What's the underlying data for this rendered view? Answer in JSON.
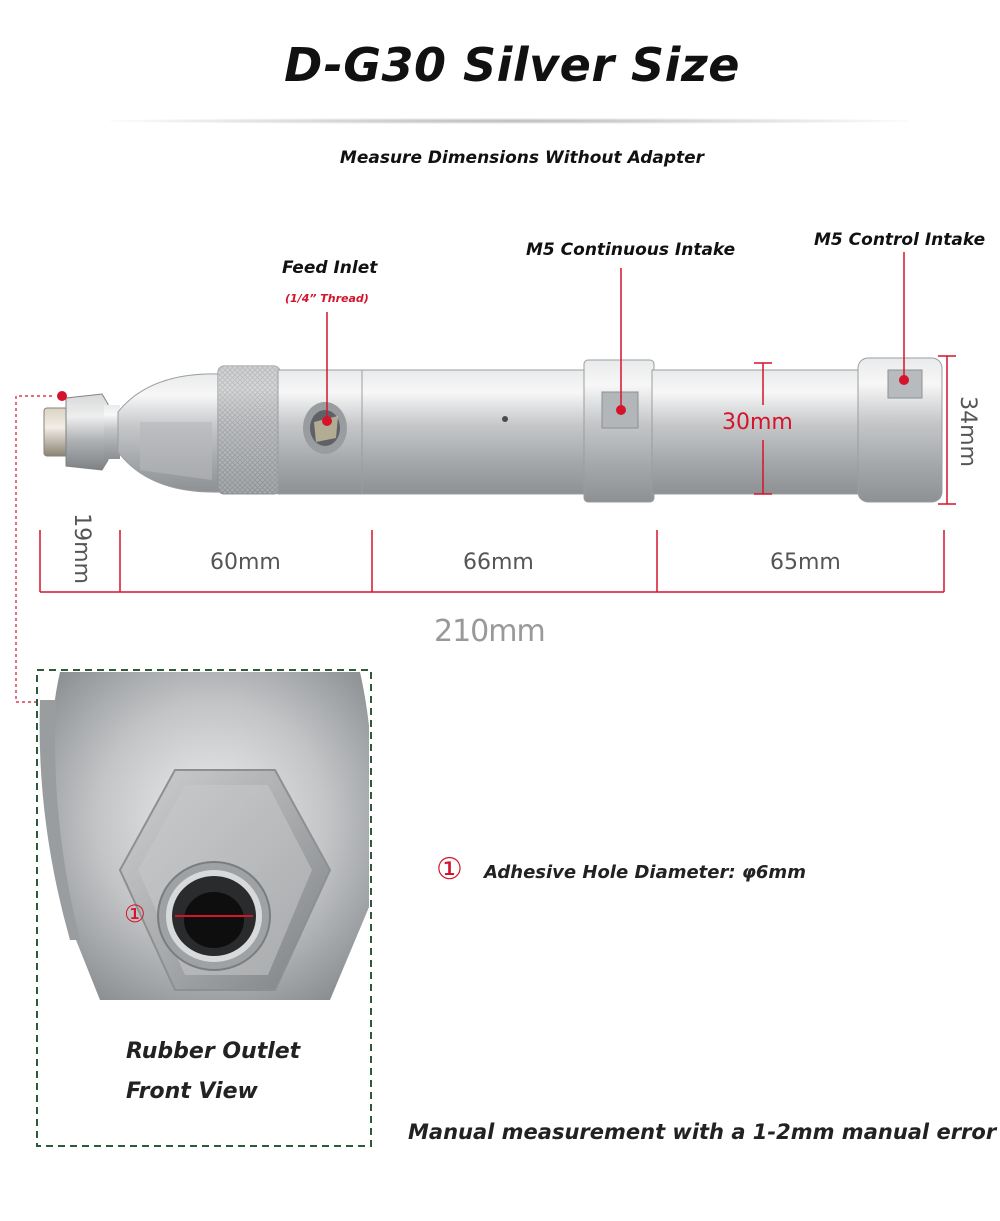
{
  "header": {
    "title": "D-G30 Silver Size",
    "subtitle": "Measure Dimensions Without Adapter"
  },
  "callouts": {
    "feed_inlet": "Feed Inlet",
    "feed_inlet_thread": "(1/4” Thread)",
    "m5_continuous": "M5 Continuous Intake",
    "m5_control": "M5 Control Intake"
  },
  "dimensions": {
    "inner_diameter": "30mm",
    "outer_diameter": "34mm",
    "nozzle_length": "19mm",
    "segment_1": "60mm",
    "segment_2": "66mm",
    "segment_3": "65mm",
    "total_length": "210mm"
  },
  "detail": {
    "marker": "①",
    "adhesive_label": "Adhesive Hole Diameter: φ6mm",
    "caption_line1": "Rubber Outlet",
    "caption_line2": "Front View"
  },
  "footer": {
    "note": "Manual measurement with a 1-2mm manual error"
  },
  "colors": {
    "accent_red": "#d4142b",
    "frame_green": "#2e5a3a",
    "metal": "#c9cbcd"
  }
}
